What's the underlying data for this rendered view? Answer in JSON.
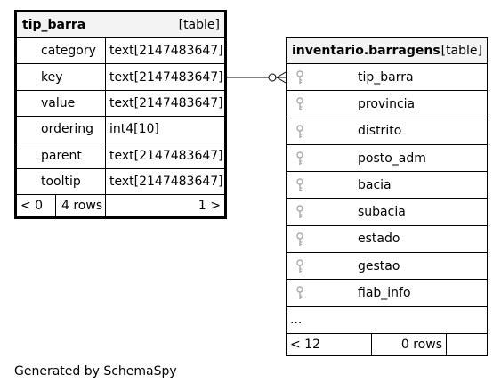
{
  "left_table": {
    "name": "tip_barra",
    "type_label": "[table]",
    "columns": [
      {
        "name": "category",
        "type": "text[2147483647]"
      },
      {
        "name": "key",
        "type": "text[2147483647]"
      },
      {
        "name": "value",
        "type": "text[2147483647]"
      },
      {
        "name": "ordering",
        "type": "int4[10]"
      },
      {
        "name": "parent",
        "type": "text[2147483647]"
      },
      {
        "name": "tooltip",
        "type": "text[2147483647]"
      }
    ],
    "footer": {
      "children": "< 0",
      "rows": "4 rows",
      "parents": "1 >"
    }
  },
  "right_table": {
    "name": "inventario.barragens",
    "type_label": "[table]",
    "columns": [
      {
        "name": "tip_barra",
        "icon": "key-icon"
      },
      {
        "name": "provincia",
        "icon": "key-icon"
      },
      {
        "name": "distrito",
        "icon": "key-icon"
      },
      {
        "name": "posto_adm",
        "icon": "key-icon"
      },
      {
        "name": "bacia",
        "icon": "key-icon"
      },
      {
        "name": "subacia",
        "icon": "key-icon"
      },
      {
        "name": "estado",
        "icon": "key-icon"
      },
      {
        "name": "gestao",
        "icon": "key-icon"
      },
      {
        "name": "fiab_info",
        "icon": "key-icon"
      }
    ],
    "more": "...",
    "footer": {
      "children": "< 12",
      "rows": "0 rows",
      "parents": ""
    }
  },
  "footer_text": "Generated by SchemaSpy",
  "colors": {
    "header_bg": "#f3f3f3",
    "border": "#000000",
    "key_icon": "#aaaaaa"
  }
}
